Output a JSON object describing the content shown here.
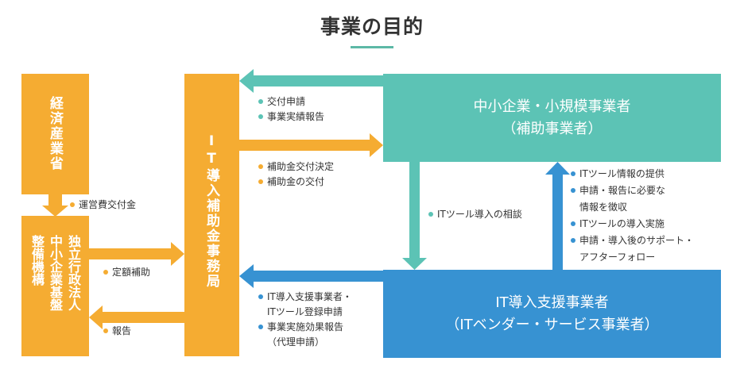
{
  "title": "事業の目的",
  "nodes": {
    "meti": "経済産業省",
    "smrj_col1": "独立行政法人",
    "smrj_col2": "中小企業基盤",
    "smrj_col3": "整備機構",
    "office": "IT導入補助金事務局",
    "business_line1": "中小企業・小規模事業者",
    "business_line2": "（補助事業者）",
    "vendor_line1": "IT導入支援事業者",
    "vendor_line2": "（ITベンダー・サービス事業者）"
  },
  "labels": {
    "meti_to_smrj": "運営費交付金",
    "smrj_to_office": "定額補助",
    "office_to_smrj": "報告",
    "biz_to_office": [
      "交付申請",
      "事業実績報告"
    ],
    "office_to_biz": [
      "補助金交付決定",
      "補助金の交付"
    ],
    "biz_to_vendor": "ITツール導入の相談",
    "vendor_to_biz": [
      "ITツール情報の提供",
      "申請・報告に必要な",
      "情報を徴収",
      "ITツールの導入実施",
      "申請・導入後のサポート・",
      "アフターフォロー"
    ],
    "vendor_to_office": [
      "IT導入支援事業者・",
      "ITツール登録申請",
      "事業実施効果報告",
      "（代理申請）"
    ]
  },
  "colors": {
    "orange": "#f5ac32",
    "teal": "#5cc3b5",
    "blue": "#3792d2",
    "accent_underline": "#5cb8a6"
  }
}
